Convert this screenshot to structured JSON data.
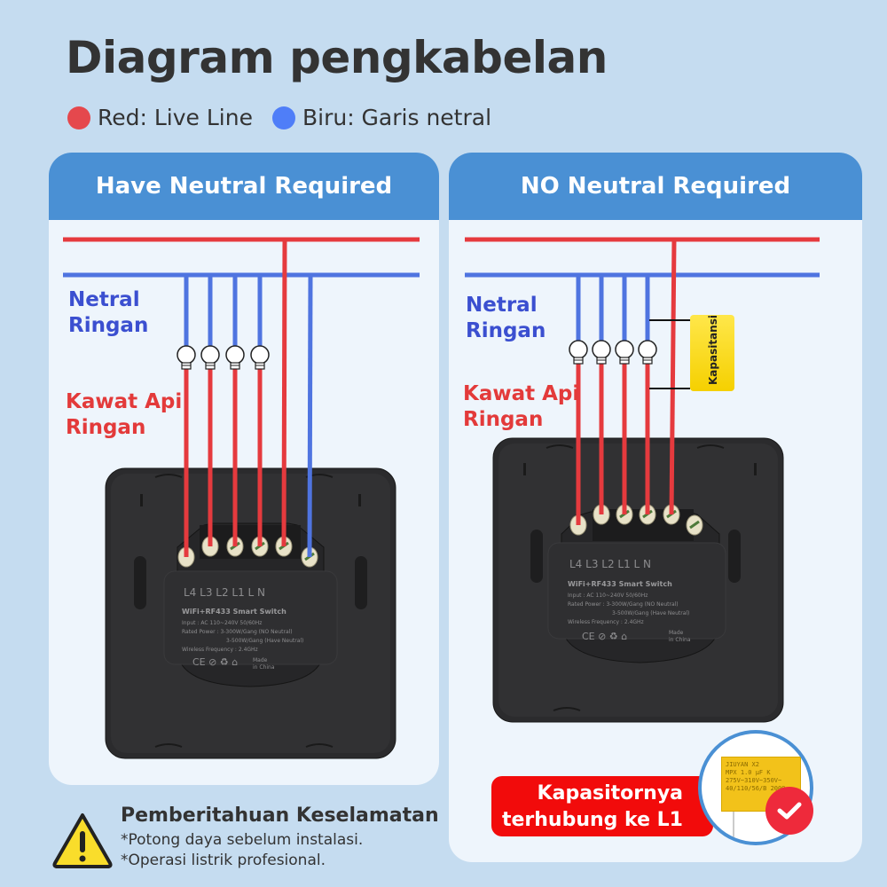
{
  "title": "Diagram pengkabelan",
  "legend": [
    {
      "label": "Red: Live Line",
      "color": "#e5484d"
    },
    {
      "label": "Biru: Garis netral",
      "color": "#4f7ef8"
    }
  ],
  "colors": {
    "live": "#e53a3e",
    "neutral": "#4f74e0",
    "header": "#4a90d4",
    "panel_bg": "#eef5fc",
    "page_bg": "#c5dcf0",
    "switch_body": "#2b2b2d",
    "capacitor_yellow": "#f9d600",
    "badge_red": "#f20b0b"
  },
  "panels": [
    {
      "header": "Have Neutral Required",
      "label_neutral": [
        "Netral",
        "Ringan"
      ],
      "label_live": [
        "Kawat Api",
        "Ringan"
      ],
      "terminals": [
        "L4",
        "L3",
        "L2",
        "L1",
        "L",
        "N"
      ],
      "lamps": 4
    },
    {
      "header": "NO Neutral Required",
      "label_neutral": [
        "Netral",
        "Ringan"
      ],
      "label_live": [
        "Kawat Api",
        "Ringan"
      ],
      "terminals": [
        "L4",
        "L3",
        "L2",
        "L1",
        "L",
        "N"
      ],
      "lamps": 4,
      "capacitor_label": "Kapasitansi"
    }
  ],
  "module_label": {
    "name": "WiFi+RF433 Smart Switch",
    "input": "Input : AC 110~240V  50/60Hz",
    "rated_1": "Rated Power : 3-300W/Gang  (NO Neutral)",
    "rated_2": "3-500W/Gang  (Have Neutral)",
    "frequency": "Wireless Frequency : 2.4GHz",
    "made": [
      "Made",
      "in China"
    ]
  },
  "safety": {
    "title": "Pemberitahuan Keselamatan",
    "lines": [
      "*Potong daya sebelum instalasi.",
      "*Operasi listrik profesional."
    ]
  },
  "badge": {
    "lines": [
      "Kapasitornya",
      "terhubung ke L1"
    ]
  },
  "capacitor_photo": {
    "lines": [
      "JIUYAN  X2",
      "MPX 1.0 µF K",
      "275V~310V~350V~",
      "40/110/56/B  2009"
    ]
  }
}
